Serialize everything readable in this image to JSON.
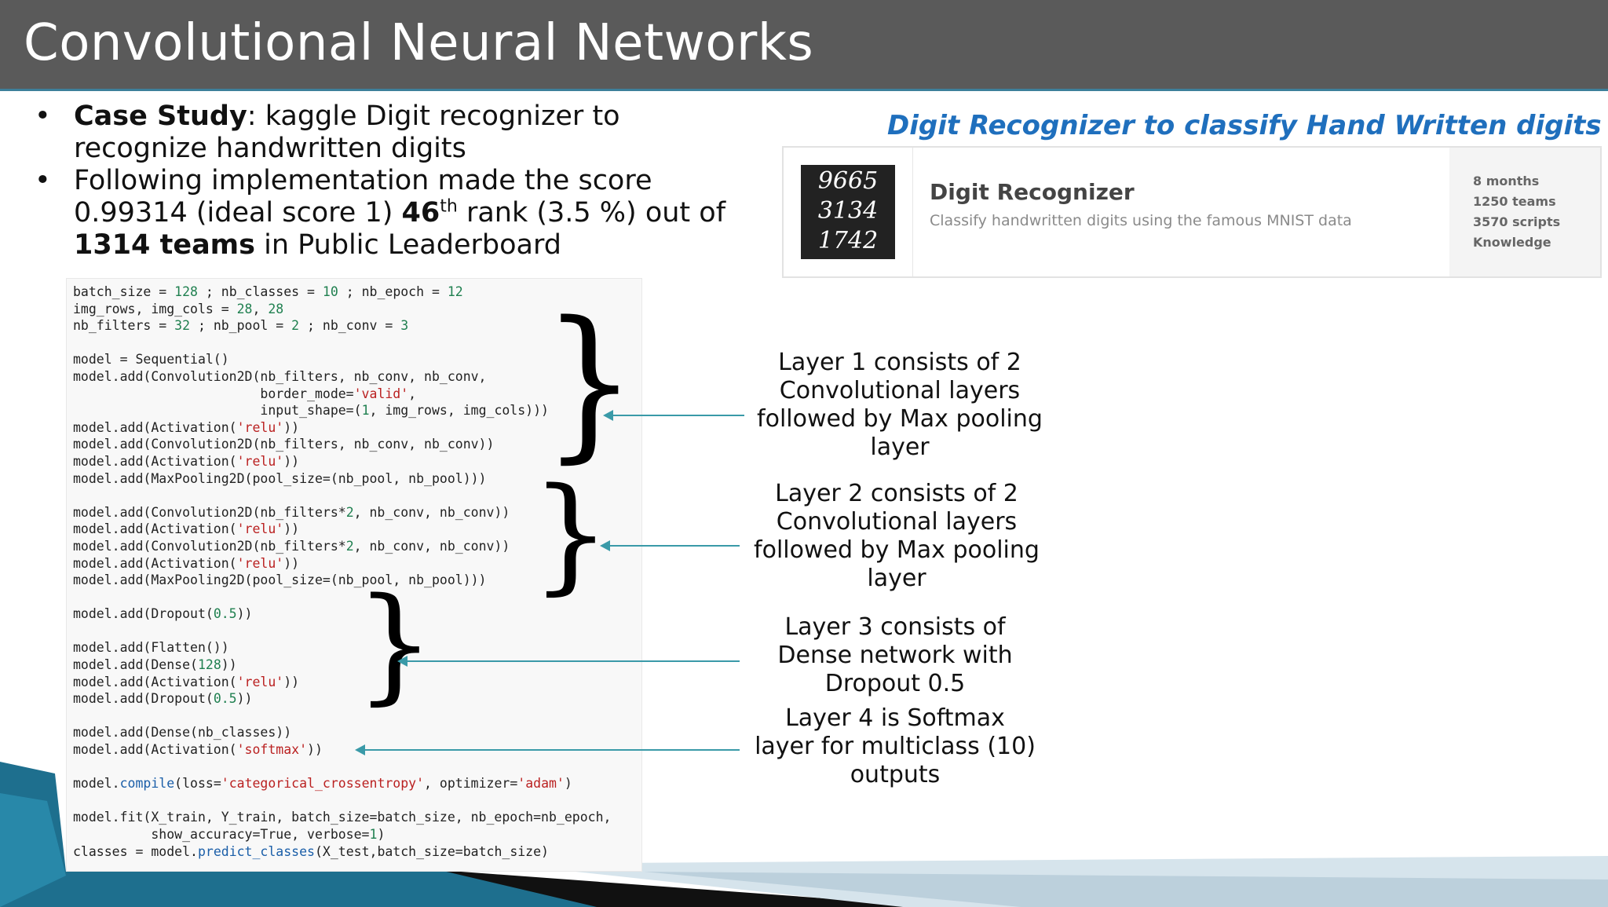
{
  "slide": {
    "title": "Convolutional Neural Networks"
  },
  "bullets": [
    {
      "bold": "Case Study",
      "text": ": kaggle Digit recognizer to recognize handwritten digits"
    },
    {
      "text_a": "Following implementation made the score 0.99314 (ideal score 1) ",
      "rank": "46",
      "rank_sup": "th",
      "text_b": " rank (3.5 %) out of ",
      "teams": "1314 teams",
      "text_c": " in Public Leaderboard"
    }
  ],
  "kaggle": {
    "heading": "Digit Recognizer to classify Hand Written digits",
    "digits_rows": [
      "9665",
      "3134",
      "1742"
    ],
    "name": "Digit Recognizer",
    "description": "Classify handwritten digits using the famous MNIST data",
    "stats": [
      "8 months",
      "1250 teams",
      "3570 scripts",
      "Knowledge"
    ]
  },
  "annotations": [
    "Layer 1 consists of 2 Convolutional layers followed by Max pooling layer",
    "Layer 2 consists of 2 Convolutional layers followed by Max pooling layer",
    "Layer 3 consists of Dense network with Dropout 0.5",
    "Layer 4 is Softmax layer for multiclass (10) outputs"
  ],
  "code_lines": [
    "batch_size = 128 ; nb_classes = 10 ; nb_epoch = 12",
    "img_rows, img_cols = 28, 28",
    "nb_filters = 32 ; nb_pool = 2 ; nb_conv = 3",
    "",
    "model = Sequential()",
    "model.add(Convolution2D(nb_filters, nb_conv, nb_conv,",
    "                        border_mode='valid',",
    "                        input_shape=(1, img_rows, img_cols)))",
    "model.add(Activation('relu'))",
    "model.add(Convolution2D(nb_filters, nb_conv, nb_conv))",
    "model.add(Activation('relu'))",
    "model.add(MaxPooling2D(pool_size=(nb_pool, nb_pool)))",
    "",
    "model.add(Convolution2D(nb_filters*2, nb_conv, nb_conv))",
    "model.add(Activation('relu'))",
    "model.add(Convolution2D(nb_filters*2, nb_conv, nb_conv))",
    "model.add(Activation('relu'))",
    "model.add(MaxPooling2D(pool_size=(nb_pool, nb_pool)))",
    "",
    "model.add(Dropout(0.5))",
    "",
    "model.add(Flatten())",
    "model.add(Dense(128))",
    "model.add(Activation('relu'))",
    "model.add(Dropout(0.5))",
    "",
    "model.add(Dense(nb_classes))",
    "model.add(Activation('softmax'))",
    "",
    "model.compile(loss='categorical_crossentropy', optimizer='adam')",
    "",
    "model.fit(X_train, Y_train, batch_size=batch_size, nb_epoch=nb_epoch,",
    "          show_accuracy=True, verbose=1)",
    "classes = model.predict_classes(X_test,batch_size=batch_size)"
  ],
  "colors": {
    "title_bar": "#5a5a5a",
    "accent_blue": "#1f6fbd",
    "arrow_teal": "#3a9aa8",
    "string": "#ba2121",
    "number": "#208050"
  }
}
